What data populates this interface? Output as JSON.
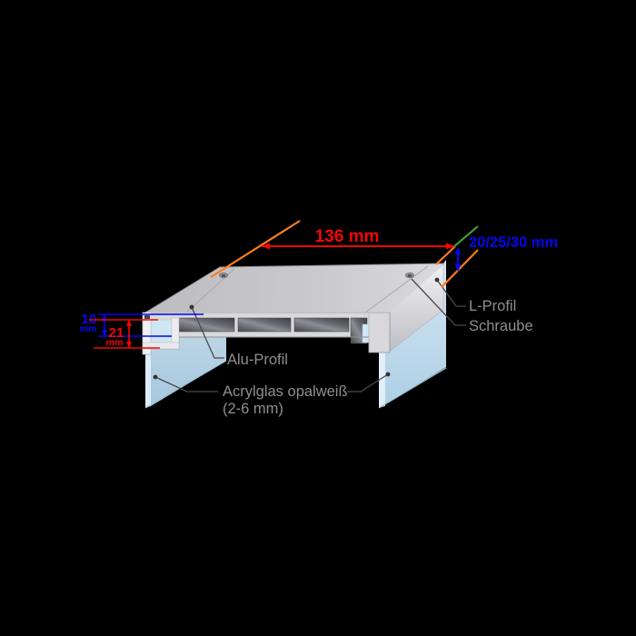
{
  "scene": {
    "type": "technical-illustration",
    "background": "#000000"
  },
  "labels": {
    "l_profil": "L-Profil",
    "schraube": "Schraube",
    "alu_profil": "Alu-Profil",
    "acrylglas_line1": "Acrylglas opalweiß",
    "acrylglas_line2": "(2-6 mm)",
    "text_color": "#8e8e8e"
  },
  "dimensions": {
    "width_top": {
      "text": "136 mm",
      "color": "#f50606"
    },
    "side_drop": {
      "text": "20/25/30 mm",
      "color": "#0606f0"
    },
    "left_outer": {
      "value": "10",
      "unit": "mm",
      "color": "#0606f0"
    },
    "left_inner": {
      "value": "21",
      "unit": "mm",
      "color": "#f50606"
    }
  },
  "leader_colors": {
    "orange": "#ff7d1e",
    "green": "#3f9b2f",
    "gray": "#4a4a4a"
  },
  "materials": {
    "aluminium": "#c9c9cd",
    "acrylic_glass": "#c6e0f2"
  }
}
